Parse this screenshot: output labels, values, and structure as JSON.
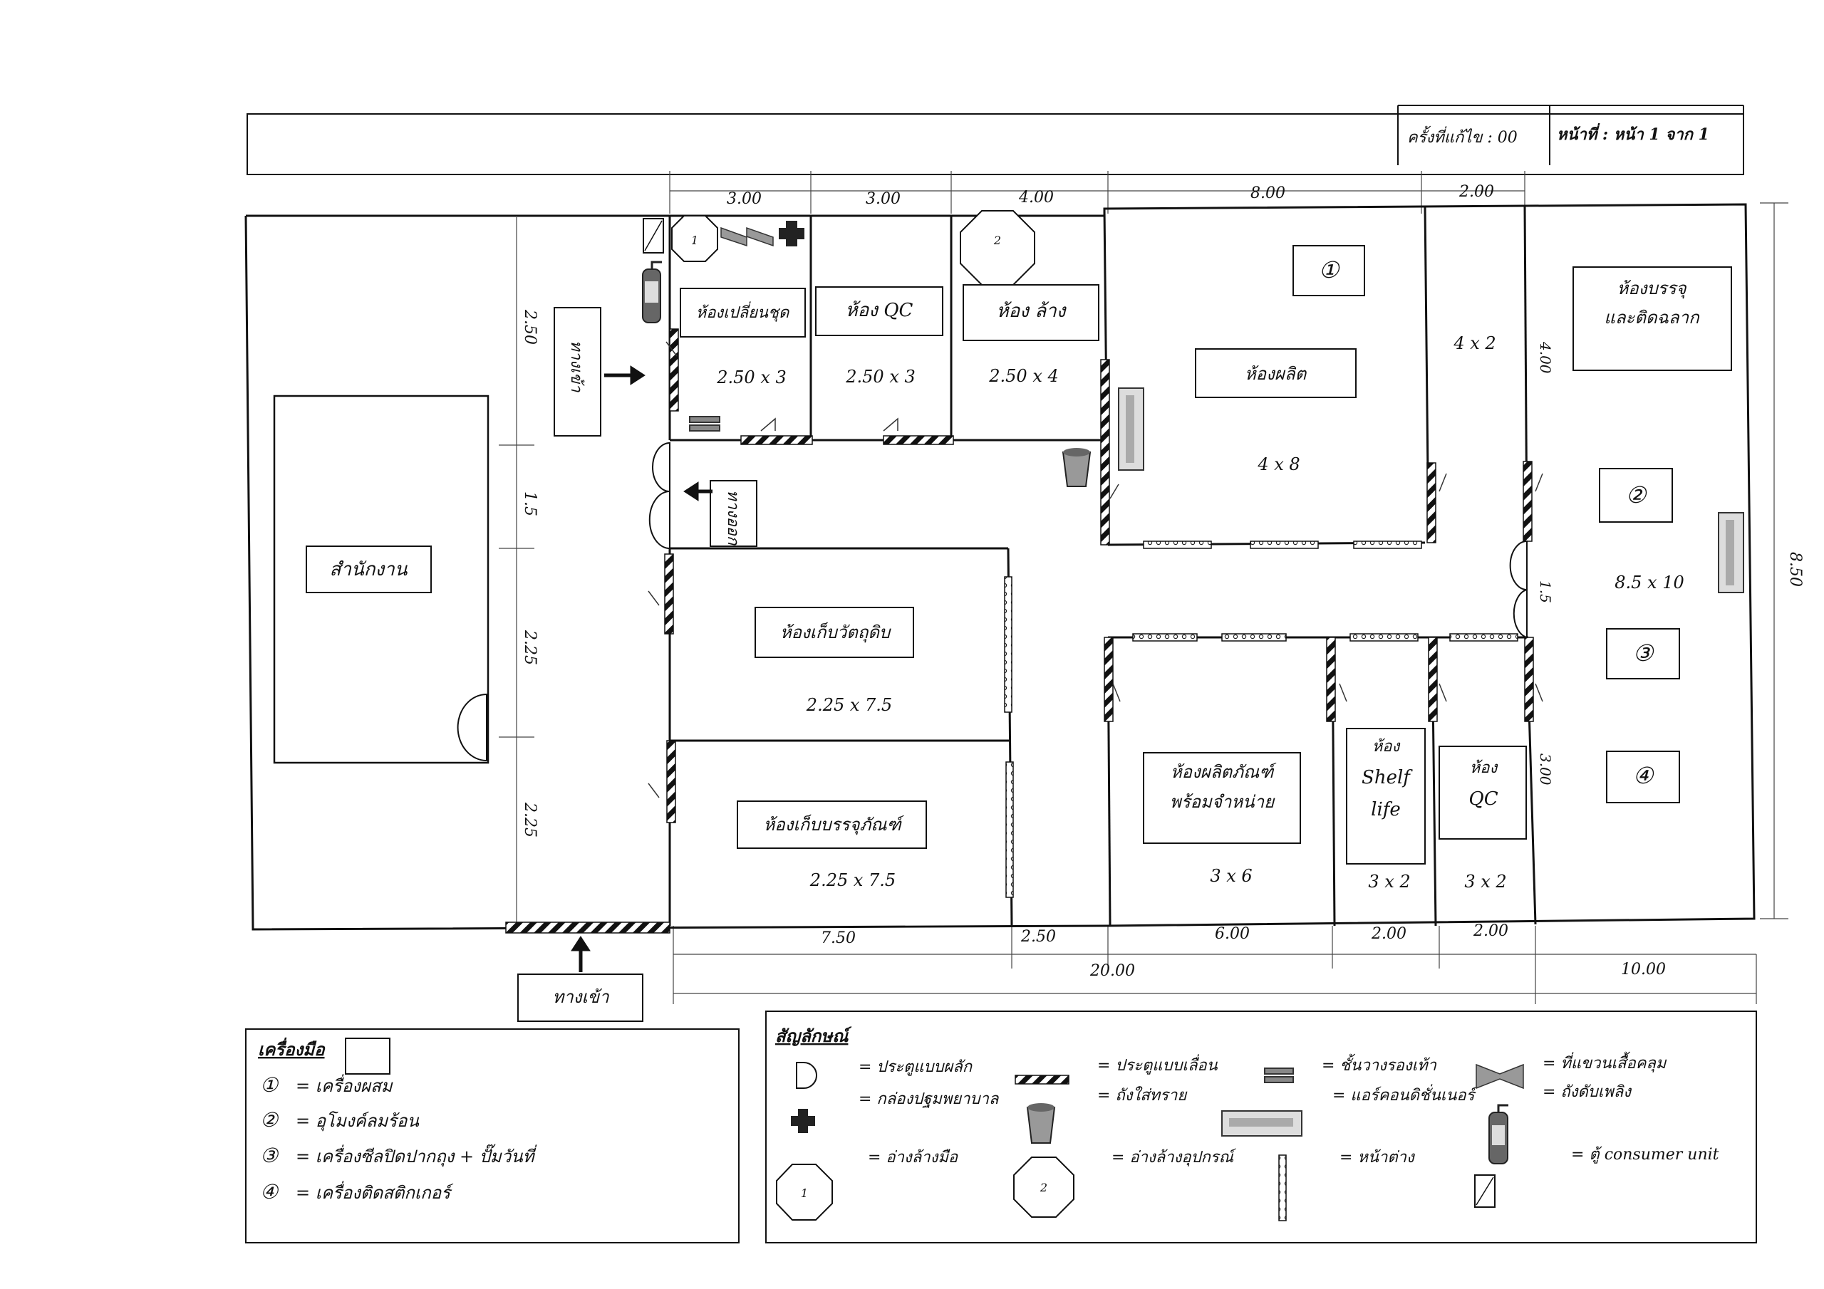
{
  "header": {
    "revision": "ครั้งที่แก้ไข : 00",
    "page": "หน้าที่ : หน้า 1 จาก 1"
  },
  "dimensions": {
    "top": [
      "3.00",
      "3.00",
      "4.00",
      "8.00",
      "2.00"
    ],
    "left": [
      "2.50",
      "1.5",
      "2.25",
      "2.25"
    ],
    "bottom": [
      "7.50",
      "2.50",
      "6.00",
      "2.00",
      "2.00"
    ],
    "bottom_total_left": "20.00",
    "bottom_total_right": "10.00",
    "right_total": "8.50",
    "right_a": "4.00",
    "right_b": "1.5",
    "right_c": "3.00"
  },
  "rooms": {
    "office": "สำนักงาน",
    "change_room": "ห้องเปลี่ยนชุด",
    "change_room_size": "2.50 x 3",
    "qc_room": "ห้อง QC",
    "qc_room_size": "2.50 x 3",
    "wash_room": "ห้อง ล้าง",
    "wash_room_size": "2.50 x 4",
    "production": "ห้องผลิต",
    "production_size": "4 x 8",
    "small_room_size": "4 x 2",
    "packing_1": "ห้องบรรจุ",
    "packing_2": "และติดฉลาก",
    "packing_size": "8.5 x 10",
    "raw_store": "ห้องเก็บวัตถุดิบ",
    "raw_store_size": "2.25 x 7.5",
    "pkg_store": "ห้องเก็บบรรจุภัณฑ์",
    "pkg_store_size": "2.25 x 7.5",
    "finished_1": "ห้องผลิตภัณฑ์",
    "finished_2": "พร้อมจำหน่าย",
    "finished_size": "3 x 6",
    "shelf_1": "ห้อง",
    "shelf_2": "Shelf",
    "shelf_3": "life",
    "shelf_size": "3 x 2",
    "qc2_1": "ห้อง",
    "qc2_2": "QC",
    "qc2_size": "3 x 2",
    "entrance_side": "ทางเข้า",
    "exit_side": "ทางออก",
    "entrance_bottom": "ทางเข้า",
    "machine_1": "①",
    "machine_2": "②",
    "machine_3": "③",
    "machine_4": "④",
    "sink_1": "1",
    "sink_2": "2"
  },
  "tools_legend": {
    "title": "เครื่องมือ",
    "items": [
      {
        "num": "①",
        "label": "= เครื่องผสม"
      },
      {
        "num": "②",
        "label": "= อุโมงค์ลมร้อน"
      },
      {
        "num": "③",
        "label": "= เครื่องซีลปิดปากถุง + ปั๊มวันที่"
      },
      {
        "num": "④",
        "label": "= เครื่องติดสติกเกอร์"
      }
    ]
  },
  "symbol_legend": {
    "title": "สัญลักษณ์",
    "swing_door": "= ประตูแบบผลัก",
    "first_aid": "= กล่องปฐมพยาบาล",
    "sliding_door": "= ประตูแบบเลื่อน",
    "sand_bucket": "= ถังใส่ทราย",
    "shoe_rack": "= ชั้นวางรองเท้า",
    "air_con": "= แอร์คอนดิชั่นเนอร์",
    "coat_hanger": "= ที่แขวนเสื้อคลุม",
    "extinguisher": "= ถังดับเพลิง",
    "hand_sink": "= อ่างล้างมือ",
    "hand_sink_num": "1",
    "equip_sink": "= อ่างล้างอุปกรณ์",
    "equip_sink_num": "2",
    "window": "= หน้าต่าง",
    "consumer_unit": "= ตู้ consumer unit"
  }
}
